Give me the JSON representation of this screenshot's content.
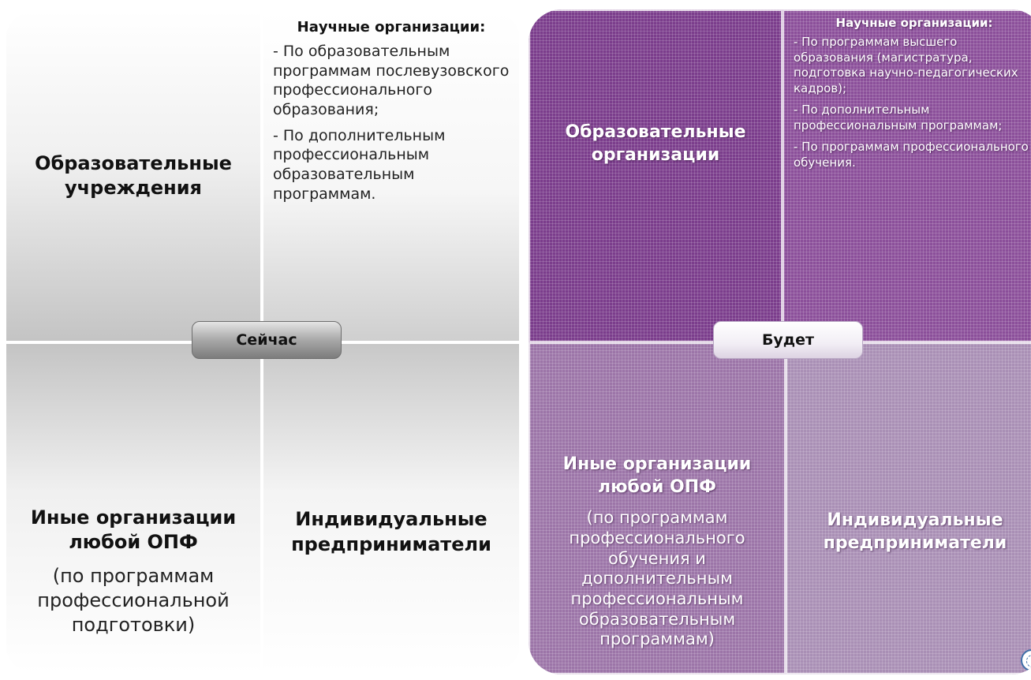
{
  "now": {
    "center_label": "Сейчас",
    "top_left": {
      "heading": "Образовательные учреждения"
    },
    "top_right": {
      "title": "Научные организации:",
      "items": [
        "- По образовательным программам послевузовского профессионального образования;",
        "- По дополнительным профессиональным образовательным программам."
      ]
    },
    "bottom_left": {
      "heading": "Иные организации любой ОПФ",
      "sub": "(по программам профессиональной подготовки)"
    },
    "bottom_right": {
      "heading": "Индивидуальные предприниматели"
    }
  },
  "future": {
    "center_label": "Будет",
    "top_left": {
      "heading": "Образовательные организации"
    },
    "top_right": {
      "title": "Научные организации:",
      "items": [
        "- По программам высшего образования (магистратура, подготовка научно-педагогических кадров);",
        "- По дополнительным профессиональным программам;",
        "- По программам профессионального обучения."
      ]
    },
    "bottom_left": {
      "heading": "Иные организации любой ОПФ",
      "sub": "(по программам профессионального обучения и дополнительным профессиональным образовательным программам)"
    },
    "bottom_right": {
      "heading": "Индивидуальные предприниматели"
    }
  },
  "colors": {
    "purple_dark": "#7b3d8c",
    "purple_mid": "#8b4f9a",
    "purple_light": "#9c75a8",
    "purple_lightest": "#a98fb5",
    "seal_blue": "#3f6fa8"
  }
}
